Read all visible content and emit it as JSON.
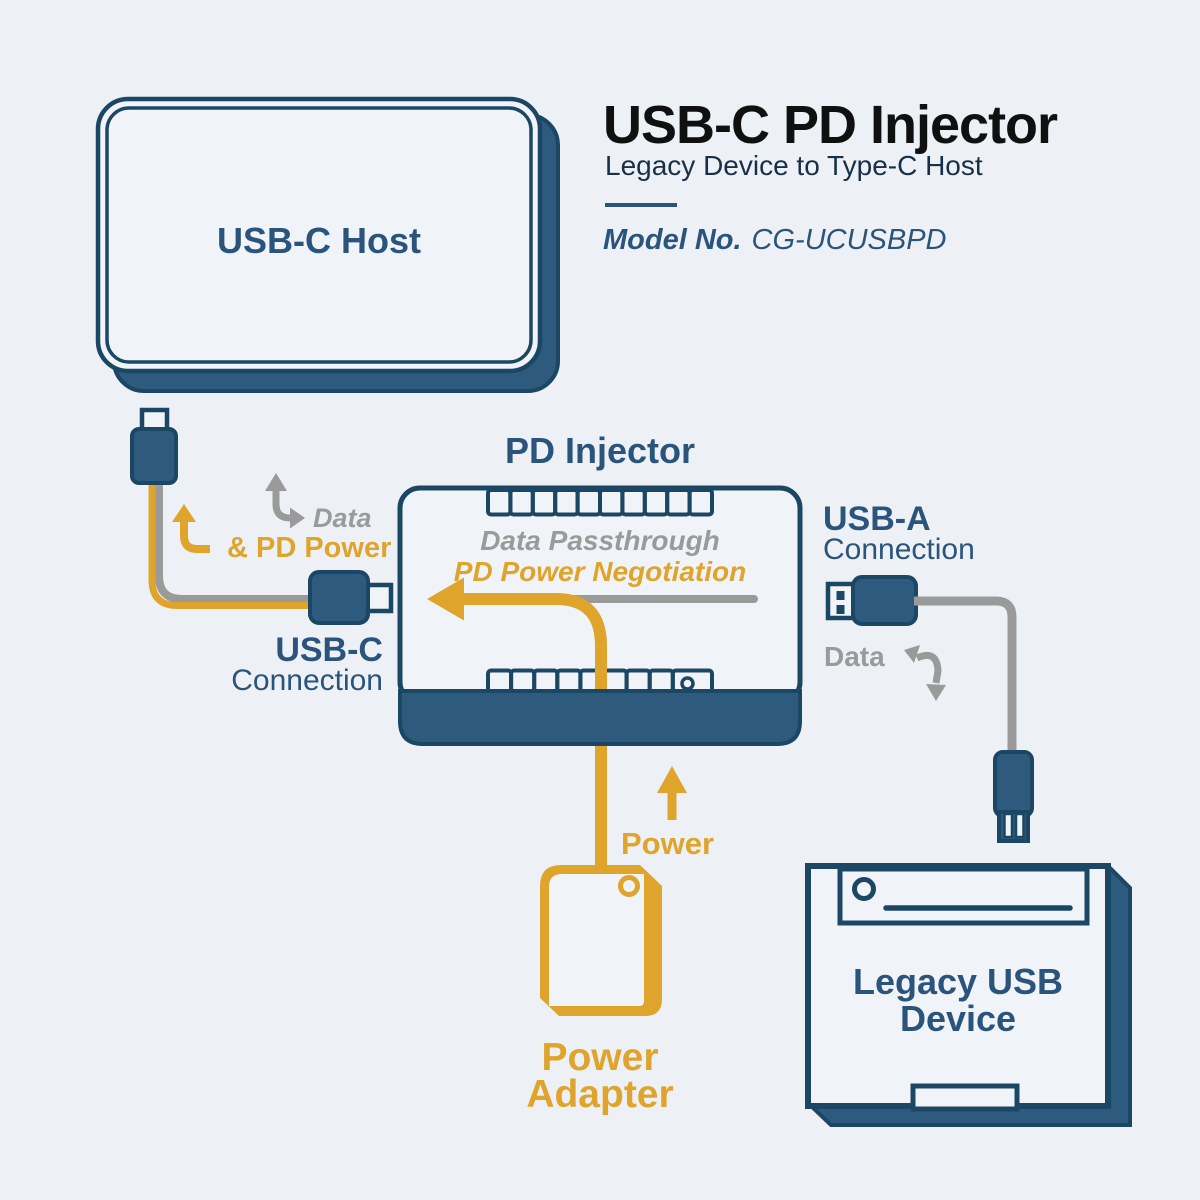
{
  "colors": {
    "bg": "#edf1f5",
    "panel": "#f0f4f8",
    "navy": "#1b4765",
    "navy_mid": "#2e5b7d",
    "navy_text": "#2a547c",
    "ink": "#101010",
    "subtitle_ink": "#17304a",
    "gold": "#dfa42c",
    "gray": "#9a9a9a"
  },
  "header": {
    "title": "USB-C PD Injector",
    "subtitle": "Legacy Device to Type-C Host",
    "model_label": "Model No.",
    "model_value": "CG-UCUSBPD"
  },
  "host": {
    "label": "USB-C Host"
  },
  "injector": {
    "label": "PD Injector",
    "line1": "Data Passthrough",
    "line2": "PD Power Negotiation"
  },
  "usb_c_connection": {
    "title": "USB-C",
    "subtitle": "Connection",
    "data_label": "Data",
    "power_label": "& PD Power"
  },
  "usb_a_connection": {
    "title": "USB-A",
    "subtitle": "Connection",
    "data_label": "Data"
  },
  "power": {
    "arrow_label": "Power",
    "adapter_label_line1": "Power",
    "adapter_label_line2": "Adapter"
  },
  "legacy_device": {
    "label_line1": "Legacy USB",
    "label_line2": "Device"
  }
}
